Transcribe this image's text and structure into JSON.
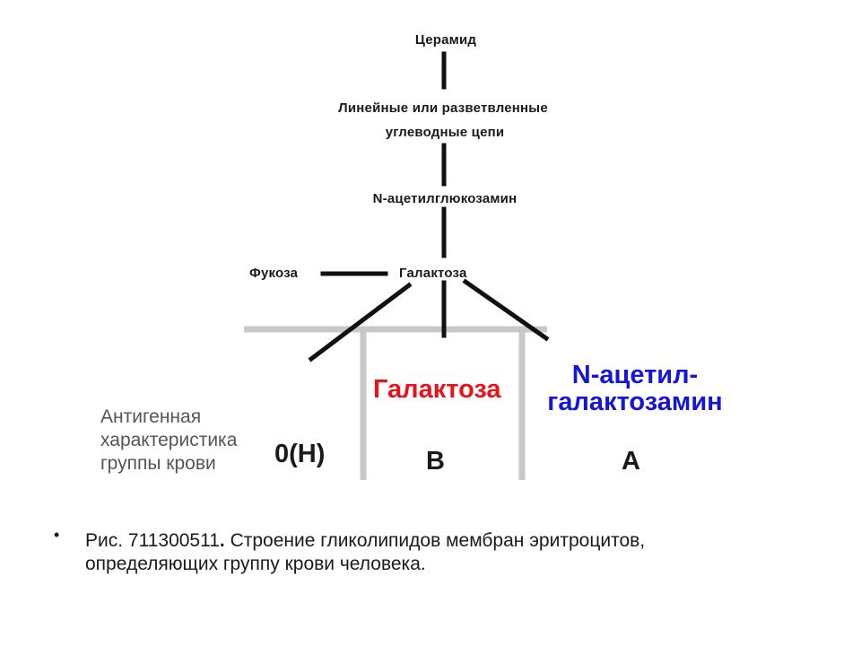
{
  "diagram": {
    "top": "Церамид",
    "chain_line1": "Линейные или разветвленные",
    "chain_line2": "углеводные цепи",
    "nacetylglucosamine": "N-ацетилглюкозамин",
    "fucose": "Фукоза",
    "galactose_core": "Галактоза",
    "col_b_sugar": "Галактоза",
    "col_a_sugar_line1": "N-ацетил-",
    "col_a_sugar_line2": "галактозамин",
    "antigen_label_line1": "Антигенная",
    "antigen_label_line2": "характеристика",
    "antigen_label_line3": "группы крови",
    "group_0": "0(H)",
    "group_b": "B",
    "group_a": "A"
  },
  "colors": {
    "red_label": "#e8141b",
    "blue_label": "#1515d8",
    "membrane": "#c8c8c8"
  },
  "caption": {
    "bullet": "•",
    "prefix": "Рис. 711300511",
    "dot": ".",
    "text": " Строение гликолипидов мембран эритроцитов, определяющих группу крови человека."
  }
}
